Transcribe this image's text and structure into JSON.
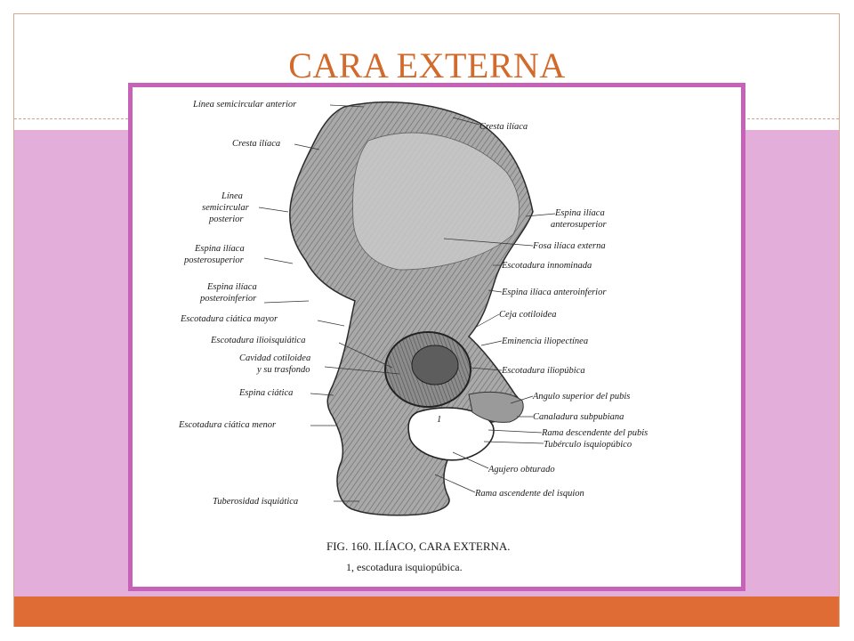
{
  "slide": {
    "title": "CARA EXTERNA",
    "colors": {
      "title": "#d26a2c",
      "band": "#e3aed9",
      "frame": "#c762b9",
      "footer": "#df6b35"
    }
  },
  "figure": {
    "labels_left": [
      "Línea semicircular anterior",
      "Cresta ilíaca",
      "Línea",
      "semicircular",
      "posterior",
      "Espina ilíaca",
      "posterosuperior",
      "Espina ilíaca",
      "posteroinferior",
      "Escotadura ciática mayor",
      "Escotadura ilioisquiática",
      "Cavidad cotiloidea",
      "y su trasfondo",
      "Espina ciática",
      "Escotadura ciática menor",
      "Tuberosidad isquiática"
    ],
    "labels_right": [
      "Cresta ilíaca",
      "Espina ilíaca",
      "anterosuperior",
      "Fosa ilíaca externa",
      "Escotadura innominada",
      "Espina ilíaca anteroinferior",
      "Ceja cotiloidea",
      "Eminencia iliopectínea",
      "Escotadura iliopúbica",
      "Angulo superior del pubis",
      "Canaladura subpubiana",
      "Rama descendente del pubis",
      "Tubérculo isquiopúbico",
      "Agujero obturado",
      "Rama ascendente del isquion"
    ],
    "marker": "1",
    "caption": "FIG. 160. ILÍACO, CARA EXTERNA.",
    "caption_note": "1, escotadura isquiopúbica."
  }
}
